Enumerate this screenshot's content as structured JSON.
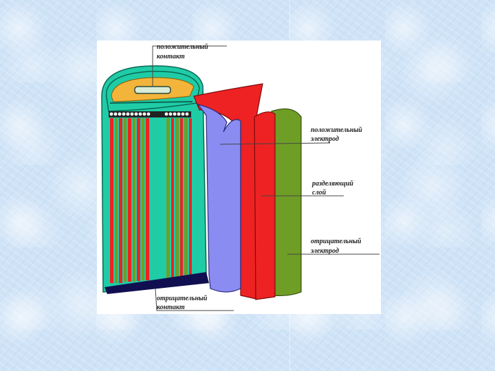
{
  "labels": {
    "positive_contact": [
      "положительный",
      "контакт"
    ],
    "positive_electrode": [
      "положительный",
      "электрод"
    ],
    "separator": [
      "разделяющий",
      "слой"
    ],
    "negative_electrode": [
      "отрицательный",
      "электрод"
    ],
    "negative_contact": [
      "отрицательный",
      "контакт"
    ]
  },
  "colors": {
    "shell": "#1fcca6",
    "cap": "#f2b43a",
    "green_layer": "#6f9e26",
    "red_layer": "#ee2222",
    "blue_layer": "#8a8cf2",
    "base": "#101050"
  }
}
